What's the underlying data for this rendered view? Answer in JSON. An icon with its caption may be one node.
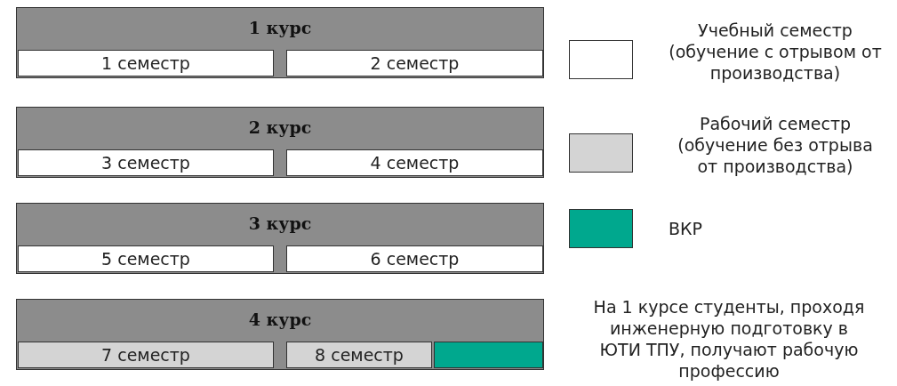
{
  "diagram": {
    "nodes": [
      {
        "text": [
          "1 курс"
        ]
      },
      {
        "text": [
          "1 семестр"
        ],
        "in": 0
      },
      {
        "text": [
          "2 семестр"
        ],
        "in": 0
      },
      {
        "text": [
          "2 курс"
        ]
      },
      {
        "text": [
          "3 семестр"
        ],
        "in": 3
      },
      {
        "text": [
          "4 семестр"
        ],
        "in": 3
      },
      {
        "text": [
          "3 курс"
        ]
      },
      {
        "text": [
          "5 семестр"
        ],
        "in": 6
      },
      {
        "text": [
          "6 семестр"
        ],
        "in": 6
      },
      {
        "text": [
          "4 курс"
        ]
      },
      {
        "text": [
          "7 семестр"
        ],
        "in": 9
      },
      {
        "text": [
          "8 семестр"
        ],
        "in": 9
      },
      {
        "text": [],
        "shape": "box",
        "in": 9
      }
    ],
    "edges": [],
    "labels": [
      "На 1 курсе студенты, проходя инженерную подготовку в ЮТИ ТПУ, получают рабочую профессию"
    ],
    "legend": [
      {
        "text": "Учебный семестр (обучение с отрывом от производства)",
        "color": "#ffffff"
      },
      {
        "text": "Рабочий семестр (обучение без отрыва от производства)",
        "color": "#d4d4d4"
      },
      {
        "text": "ВКР",
        "color": "#00a88e"
      }
    ]
  }
}
